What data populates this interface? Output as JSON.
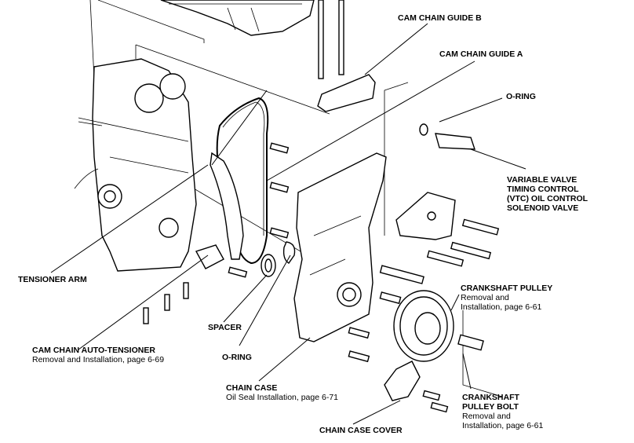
{
  "diagram": {
    "type": "exploded-parts-view",
    "subject": "Timing chain and chain case assembly",
    "labels": {
      "cam_chain_guide_b": {
        "title": "CAM CHAIN GUIDE B"
      },
      "cam_chain_guide_a": {
        "title": "CAM CHAIN GUIDE A"
      },
      "o_ring_top": {
        "title": "O-RING"
      },
      "vtc_valve": {
        "title_lines": [
          "VARIABLE VALVE",
          "TIMING CONTROL",
          "(VTC) OIL CONTROL",
          "SOLENOID VALVE"
        ]
      },
      "tensioner_arm": {
        "title": "TENSIONER ARM"
      },
      "crankshaft_pulley": {
        "title": "CRANKSHAFT PULLEY",
        "sub_lines": [
          "Removal and",
          "Installation, page 6-61"
        ]
      },
      "spacer": {
        "title": "SPACER"
      },
      "auto_tensioner": {
        "title": "CAM CHAIN AUTO-TENSIONER",
        "sub_lines": [
          "Removal and Installation, page 6-69"
        ]
      },
      "o_ring_bottom": {
        "title": "O-RING"
      },
      "chain_case": {
        "title": "CHAIN CASE",
        "sub_lines": [
          "Oil Seal Installation, page 6-71"
        ]
      },
      "crankshaft_pulley_bolt": {
        "title_lines": [
          "CRANKSHAFT",
          "PULLEY BOLT"
        ],
        "sub_lines": [
          "Removal and",
          "Installation, page 6-61"
        ]
      },
      "chain_case_cover": {
        "title": "CHAIN CASE COVER"
      }
    }
  }
}
